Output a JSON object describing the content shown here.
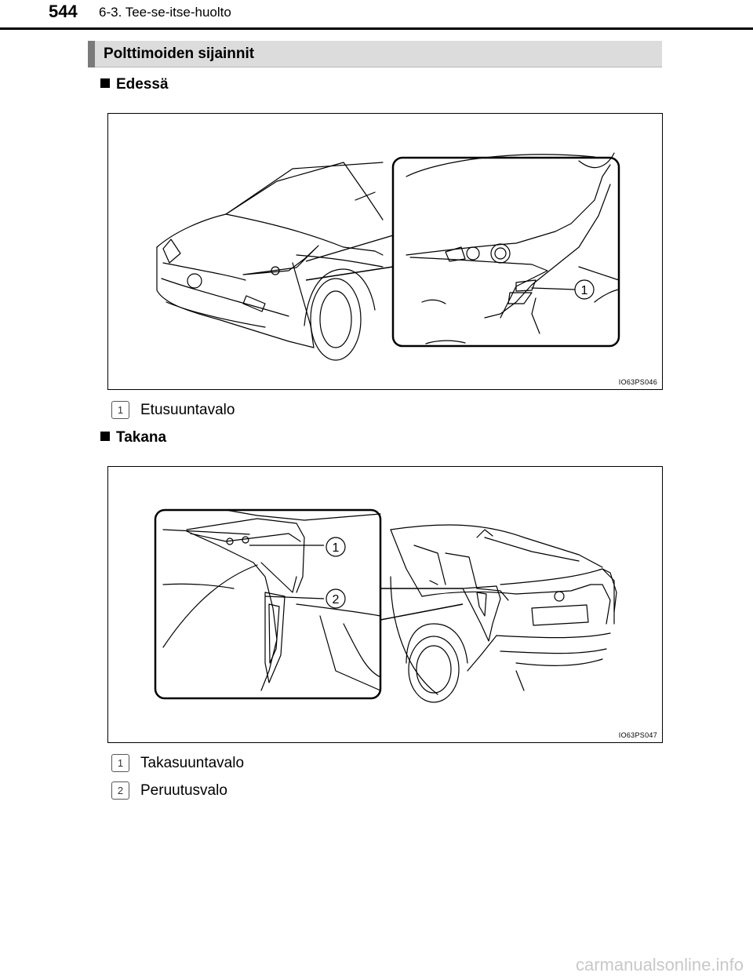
{
  "header": {
    "page_number": "544",
    "chapter": "6-3. Tee-se-itse-huolto"
  },
  "section": {
    "title": "Polttimoiden sijainnit"
  },
  "front": {
    "heading": "Edessä",
    "figure_code": "IO63PS046",
    "callouts": [
      "1"
    ],
    "legend": [
      {
        "num": "1",
        "label": "Etusuuntavalo"
      }
    ]
  },
  "rear": {
    "heading": "Takana",
    "figure_code": "IO63PS047",
    "callouts": [
      "1",
      "2"
    ],
    "legend": [
      {
        "num": "1",
        "label": "Takasuuntavalo"
      },
      {
        "num": "2",
        "label": "Peruutusvalo"
      }
    ]
  },
  "footer": {
    "watermark": "carmanualsonline.info"
  }
}
